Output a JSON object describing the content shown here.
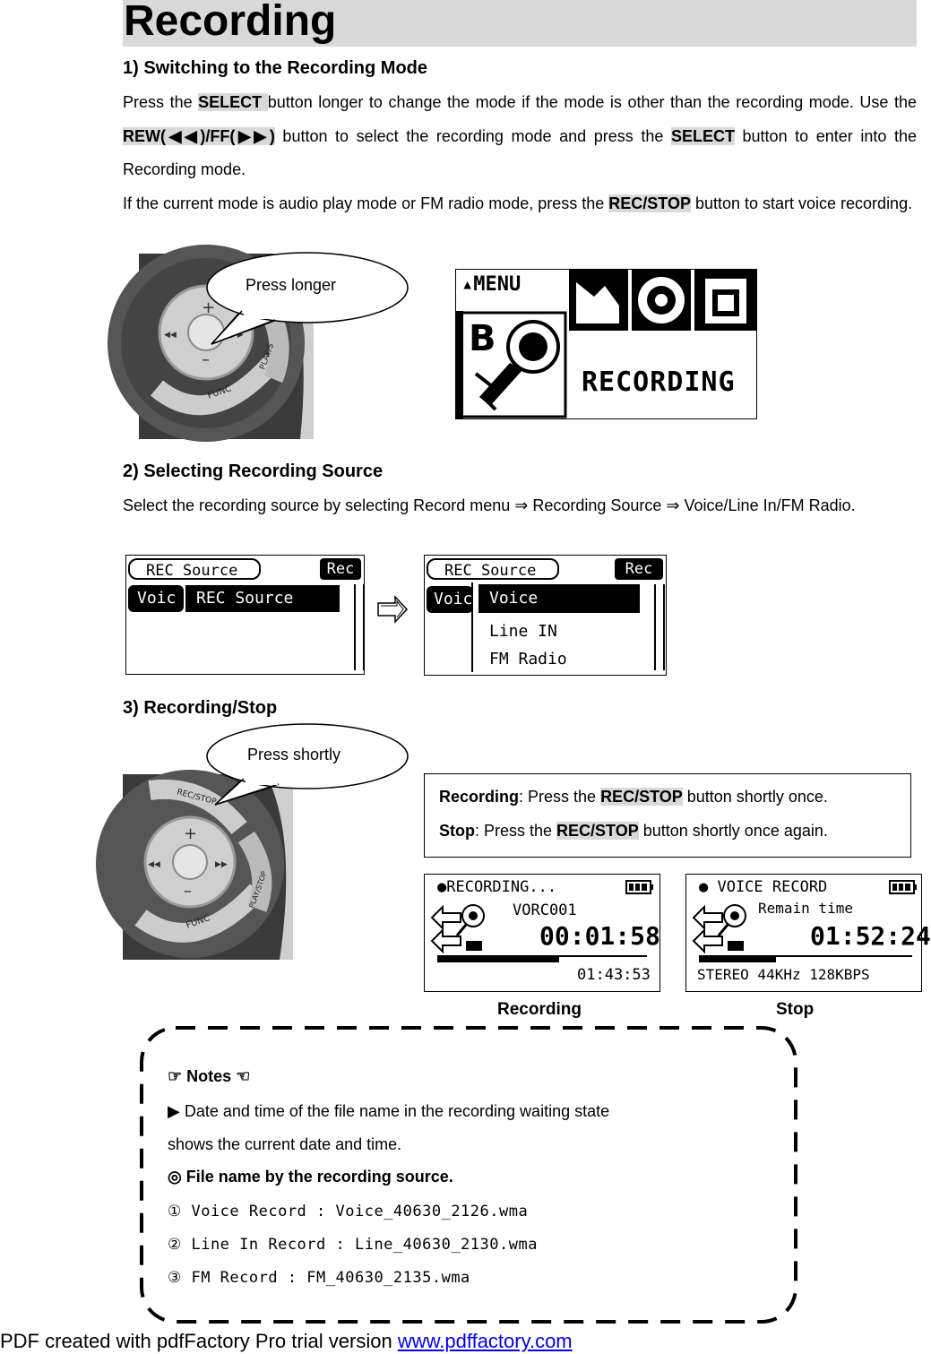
{
  "page": {
    "title": "Recording"
  },
  "section1": {
    "heading": "1) Switching to the Recording Mode",
    "p1_a": "Press the ",
    "p1_select": "SELECT ",
    "p1_b": "button longer to change the mode if the mode is other than the recording mode. Use the ",
    "p1_rewff": "REW(◀◀)/FF(▶▶)",
    "p1_c": " button to select the recording mode and press the ",
    "p1_select2": "SELECT",
    "p1_d": " button to enter into the Recording mode.",
    "p2_a": "If the current mode is audio play mode or FM radio mode, press the ",
    "p2_recstop": "REC/STOP",
    "p2_b": " button to start voice recording.",
    "bubble_text": "Press longer",
    "device_labels": {
      "plus": "+",
      "minus": "–",
      "rew": "◀◀",
      "ff": "▶▶",
      "func": "FUNC",
      "play": "PLAY/S"
    },
    "menu_screen": {
      "menu_label": "▴MENU",
      "mode_label": "RECORDING"
    }
  },
  "section2": {
    "heading": "2) Selecting Recording Source",
    "p_a": "Select  the  recording  source  by  selecting  Record  menu  ",
    "arrow1": "⇒",
    "p_b": "  Recording  Source  ",
    "arrow2": "⇒",
    "p_c": "  Voice/Line In/FM Radio.",
    "screen1": {
      "header": "REC Source",
      "rec_tag": "Rec",
      "item_left": "Voic",
      "item_right": "REC Source"
    },
    "screen2": {
      "header": "REC Source",
      "rec_tag": "Rec",
      "item_left": "Voic",
      "options": [
        "Voice",
        "Line  IN",
        "FM  Radio"
      ]
    }
  },
  "section3": {
    "heading": "3) Recording/Stop",
    "bubble_text": "Press shortly",
    "device_labels": {
      "plus": "+",
      "minus": "–",
      "rew": "◀◀",
      "ff": "▶▶",
      "func": "FUNC",
      "play": "PLAY/STOP",
      "rec": "REC/STOP"
    },
    "info": {
      "rec_label": "Recording",
      "rec_a": ": Press the ",
      "rec_btn": "REC/STOP",
      "rec_b": " button shortly once.",
      "stop_label": "Stop",
      "stop_a": ": Press the ",
      "stop_btn": "REC/STOP",
      "stop_b": " button shortly once again."
    },
    "screen_recording": {
      "status": "●RECORDING...",
      "file": "VORC001",
      "time": "00:01:58",
      "remain": "01:43:53",
      "progress": 0.58
    },
    "screen_stop": {
      "status": "● VOICE RECORD",
      "remain_label": "Remain time",
      "time": "01:52:24",
      "info": "STEREO 44KHz 128KBPS",
      "progress": 0.36
    },
    "caption_recording": "Recording",
    "caption_stop": "Stop"
  },
  "notes": {
    "header": "☞ Notes ☜",
    "bullet": "▶",
    "line1": " Date and time of the file name in the recording waiting state",
    "line2": "shows the current date and time.",
    "sub_heading": "◎ File name by the recording source.",
    "items": [
      "① Voice Record : Voice_40630_2126.wma",
      "② Line In Record : Line_40630_2130.wma",
      "③ FM Record : FM_40630_2135.wma"
    ]
  },
  "footer": {
    "text": "PDF created with pdfFactory Pro trial version ",
    "link": "www.pdffactory.com"
  }
}
